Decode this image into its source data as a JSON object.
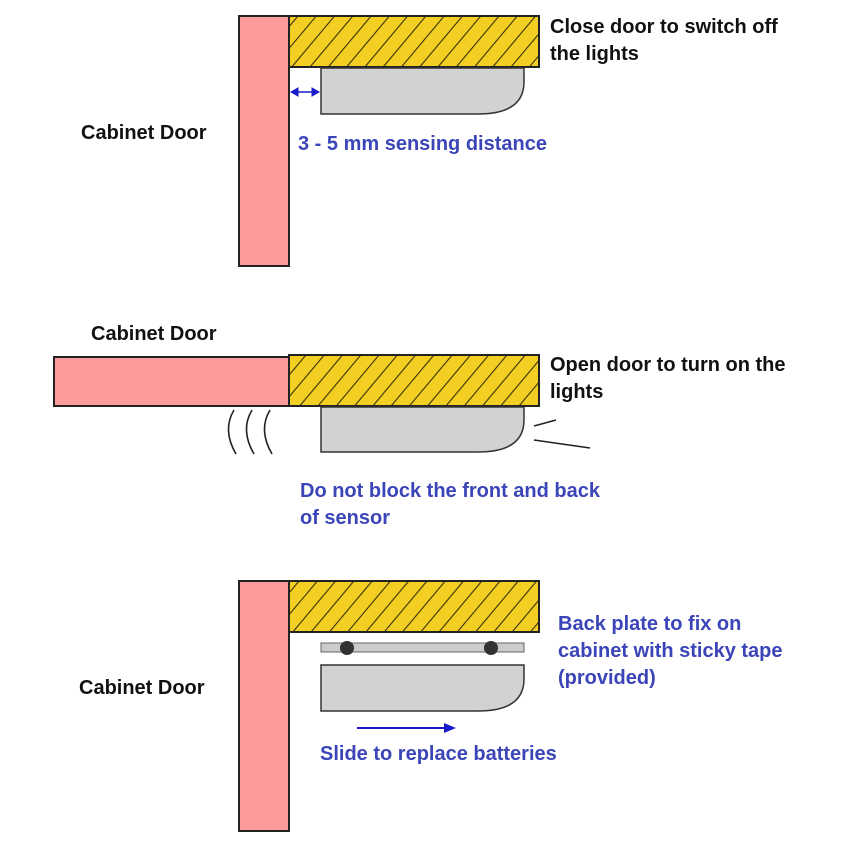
{
  "colors": {
    "door_fill": "#fd9a9a",
    "shelf_fill": "#f3cf23",
    "sensor_fill": "#d2d2d2",
    "outline": "#222222",
    "dark_text": "#111111",
    "blue_text": "#3b45b8",
    "arrow": "#1a1acb"
  },
  "panel1": {
    "door_label": "Cabinet Door",
    "action": [
      "Close door to switch off",
      "the lights"
    ],
    "distance_note": "3 - 5 mm sensing distance"
  },
  "panel2": {
    "door_label": "Cabinet Door",
    "action": [
      "Open door to turn on the",
      "lights"
    ],
    "warning": [
      "Do not block the front and back",
      "of sensor"
    ]
  },
  "panel3": {
    "door_label": "Cabinet Door",
    "backplate_note": [
      "Back plate to fix on",
      "cabinet with sticky tape",
      "(provided)"
    ],
    "slide_note": "Slide to replace batteries"
  }
}
